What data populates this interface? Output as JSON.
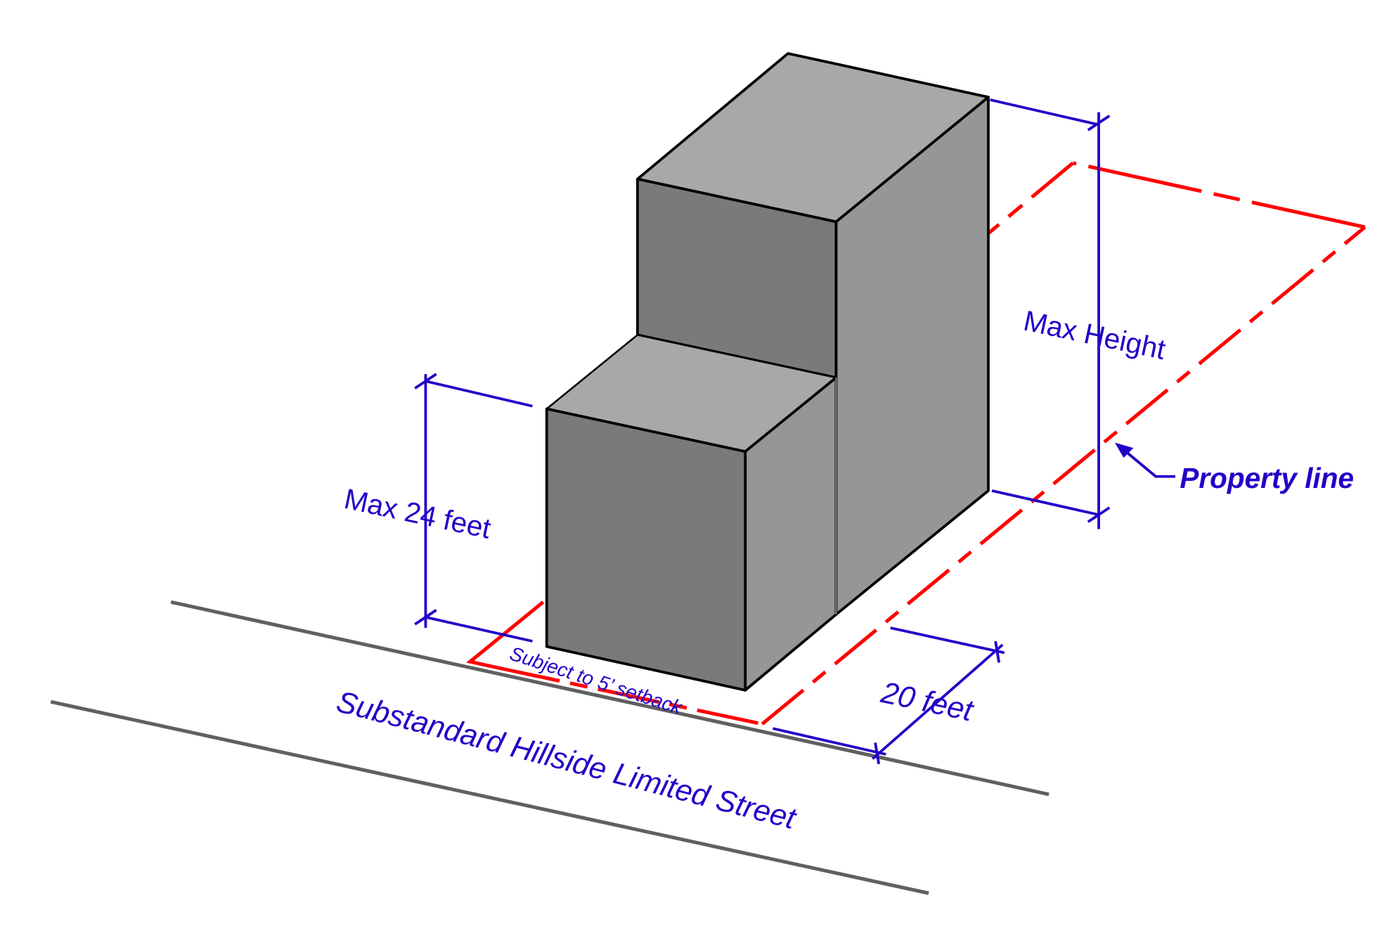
{
  "labels": {
    "max_24": "Max 24 feet",
    "max_height": "Max Height",
    "twenty_feet": "20 feet",
    "setback": "Subject to 5’ setback",
    "street": "Substandard Hillside Limited Street",
    "property_line": "Property line"
  },
  "colors": {
    "dimension": "#2200c8",
    "property": "#ff0000",
    "street": "#606060",
    "top_face": "#a8a8a8",
    "front_face": "#7a7a7a",
    "side_face": "#969696"
  }
}
